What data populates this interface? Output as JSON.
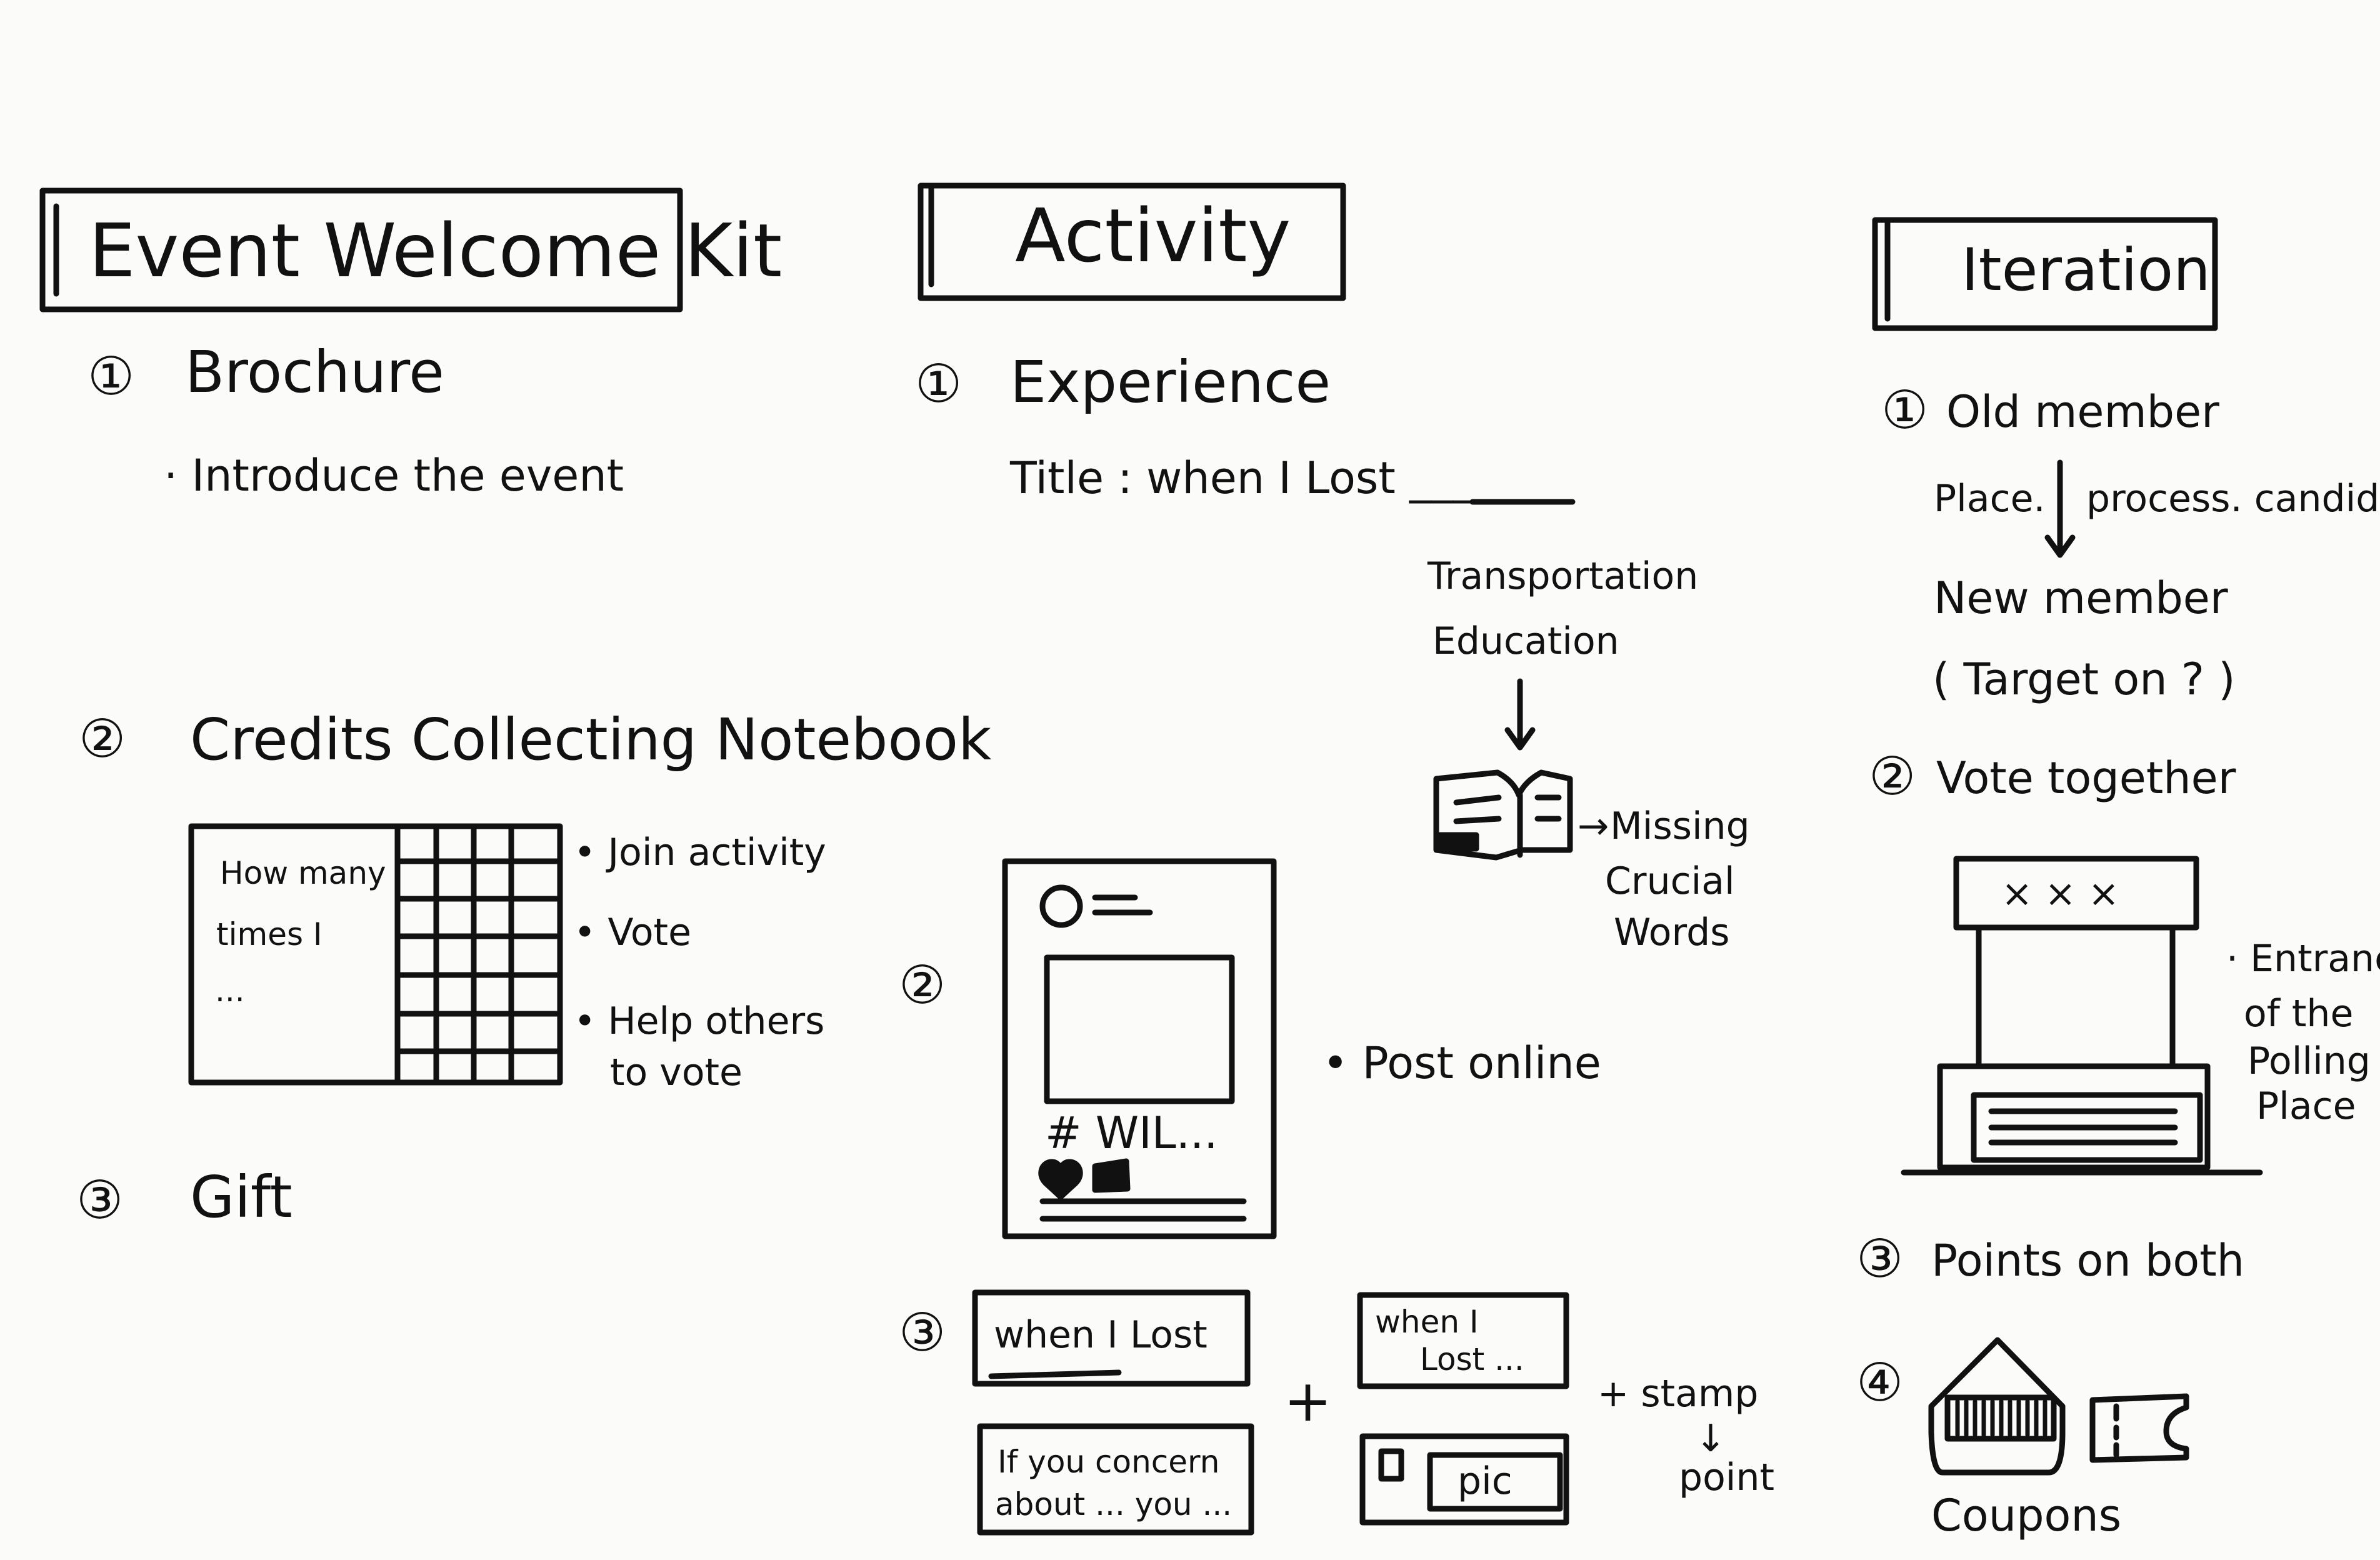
{
  "columns": {
    "kit": {
      "title": "Event Welcome Kit",
      "item1": {
        "num": "①",
        "label": "Brochure",
        "bullet": "· Introduce the event"
      },
      "item2": {
        "num": "②",
        "label": "Credits Collecting Notebook",
        "card_line1": "How many",
        "card_line2": "times I",
        "card_line3": "...",
        "bullets": [
          "• Join activity",
          "• Vote",
          "• Help others",
          "to vote"
        ]
      },
      "item3": {
        "num": "③",
        "label": "Gift"
      }
    },
    "activity": {
      "title": "Activity",
      "item1": {
        "num": "①",
        "label": "Experience",
        "title_line": "Title : when I Lost ___",
        "categories": [
          "Transportation",
          "Education"
        ],
        "arrow_down": "↓",
        "book_arrow": "→",
        "missing": [
          "Missing",
          "Crucial",
          "Words"
        ]
      },
      "item2": {
        "num": "②",
        "hashtag": "# WIL...",
        "bullet": "• Post online"
      },
      "item3": {
        "num": "③",
        "card1": "when I Lost",
        "card2_line1": "If you concern",
        "card2_line2": "about ... you ...",
        "plus": "+",
        "card3_line1": "when I",
        "card3_line2": "Lost ...",
        "card4": "pic",
        "stamp": "+ stamp",
        "stamp_arrow": "↓",
        "point": "point"
      }
    },
    "iteration": {
      "title": "Iteration",
      "item1": {
        "num": "①",
        "label": "Old member",
        "place": "Place.",
        "process": "process. candidate",
        "arrow": "↓",
        "new_member": "New member",
        "target": "( Target on ? )"
      },
      "item2": {
        "num": "②",
        "label": "Vote together",
        "sign": "× × ×",
        "notes": [
          "· Entrance",
          "of the",
          "Polling",
          "Place"
        ]
      },
      "item3": {
        "num": "③",
        "label": "Points on both"
      },
      "item4": {
        "num": "④",
        "label": "Coupons"
      }
    }
  },
  "colors": {
    "ink": "#111111",
    "paper": "#fbfbfa"
  }
}
